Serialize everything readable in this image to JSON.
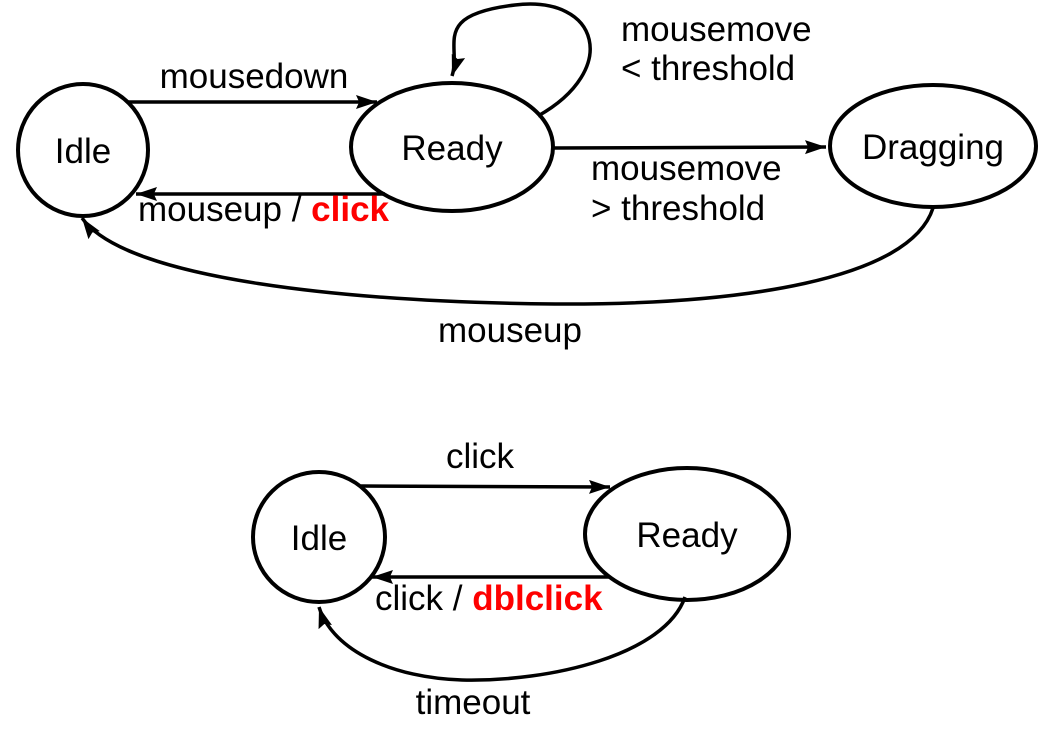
{
  "colors": {
    "line": "#000000",
    "text": "#000000",
    "action_text": "#fe0000",
    "background": "#ffffff"
  },
  "drag_machine": {
    "states": {
      "idle": "Idle",
      "ready": "Ready",
      "dragging": "Dragging"
    },
    "transitions": {
      "idle_to_ready": "mousedown",
      "ready_self_line1": "mousemove",
      "ready_self_line2": "< threshold",
      "ready_to_dragging_line1": "mousemove",
      "ready_to_dragging_line2": "> threshold",
      "ready_to_idle_event": "mouseup / ",
      "ready_to_idle_action": "click",
      "dragging_to_idle": "mouseup"
    }
  },
  "dblclick_machine": {
    "states": {
      "idle": "Idle",
      "ready": "Ready"
    },
    "transitions": {
      "idle_to_ready": "click",
      "ready_to_idle_event": "click / ",
      "ready_to_idle_action": "dblclick",
      "ready_to_idle_timeout": "timeout"
    }
  }
}
